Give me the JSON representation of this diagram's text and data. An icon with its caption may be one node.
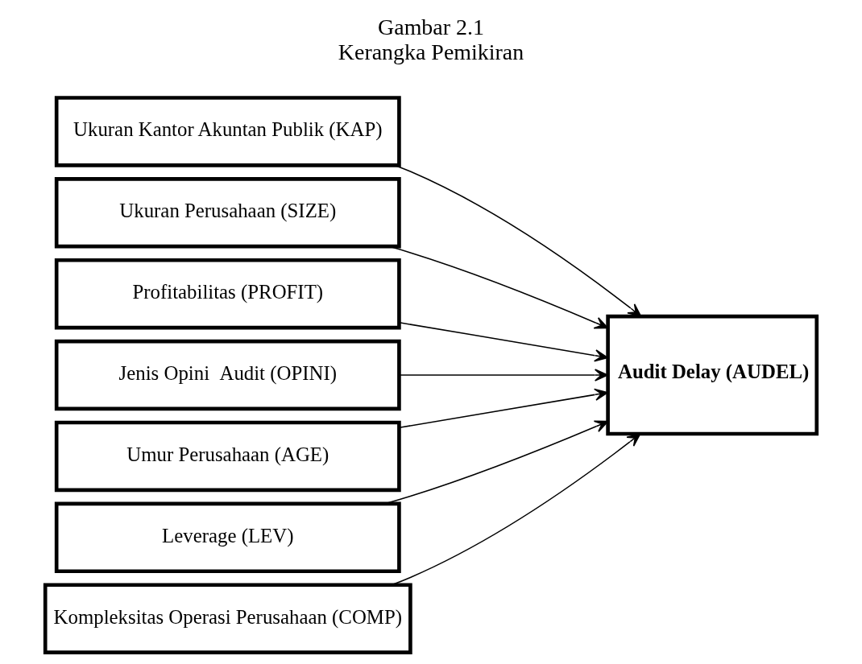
{
  "diagram": {
    "title": "Gambar 2.1",
    "caption": "Kerangka Pemikiran",
    "nodes": [
      {
        "text": [
          "Ukuran Kantor Akuntan Publik (KAP)"
        ]
      },
      {
        "text": [
          "Ukuran Perusahaan (SIZE)"
        ]
      },
      {
        "text": [
          "Profitabilitas (PROFIT)"
        ]
      },
      {
        "text": [
          "Jenis Opini  Audit (OPINI)"
        ]
      },
      {
        "text": [
          "Umur Perusahaan (AGE)"
        ]
      },
      {
        "text": [
          "Leverage (LEV)"
        ]
      },
      {
        "text": [
          "Kompleksitas Operasi Perusahaan (COMP)"
        ]
      },
      {
        "text": [
          "Audit Delay (AUDEL)"
        ]
      }
    ],
    "edges": [
      {
        "from": 0,
        "to": 7,
        "arrow": "to"
      },
      {
        "from": 1,
        "to": 7,
        "arrow": "to"
      },
      {
        "from": 2,
        "to": 7,
        "arrow": "to"
      },
      {
        "from": 3,
        "to": 7,
        "arrow": "to"
      },
      {
        "from": 4,
        "to": 7,
        "arrow": "to"
      },
      {
        "from": 5,
        "to": 7,
        "arrow": "to"
      },
      {
        "from": 6,
        "to": 7,
        "arrow": "to"
      }
    ]
  }
}
